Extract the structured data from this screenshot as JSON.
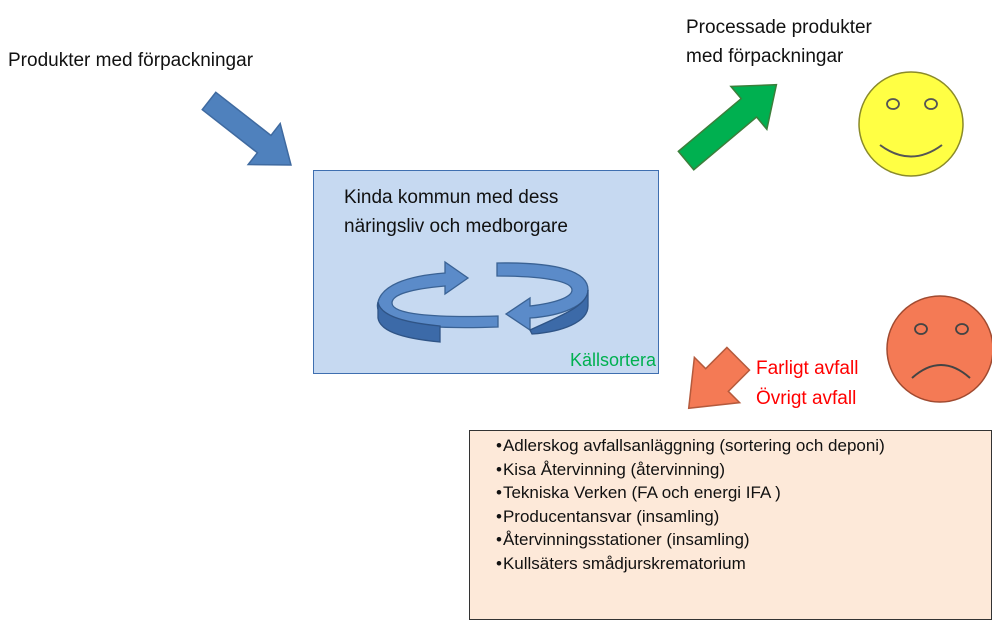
{
  "labels": {
    "input": "Produkter med förpackningar",
    "output_line1": "Processade produkter",
    "output_line2": "med förpackningar",
    "central_line1": "Kinda kommun med dess",
    "central_line2": "näringsliv och medborgare",
    "sort": "Källsortera",
    "waste_line1": "Farligt avfall",
    "waste_line2": "Övrigt avfall"
  },
  "facilities": [
    "Adlerskog avfallsanläggning (sortering och deponi)",
    "Kisa Återvinning (återvinning)",
    "Tekniska Verken (FA och energi IFA )",
    "Producentansvar (insamling)",
    "Återvinningsstationer (insamling)",
    "Kullsäters smådjurskrematorium"
  ],
  "colors": {
    "input_arrow": "#4f81bd",
    "output_arrow": "#00b050",
    "waste_arrow": "#f47a55",
    "happy_face": "#ffff44",
    "sad_face": "#f47a55",
    "sort_text": "#00b050",
    "waste_text": "#ff0000"
  },
  "icons": [
    "happy-face-icon",
    "sad-face-icon",
    "recycle-cycle-icon"
  ]
}
